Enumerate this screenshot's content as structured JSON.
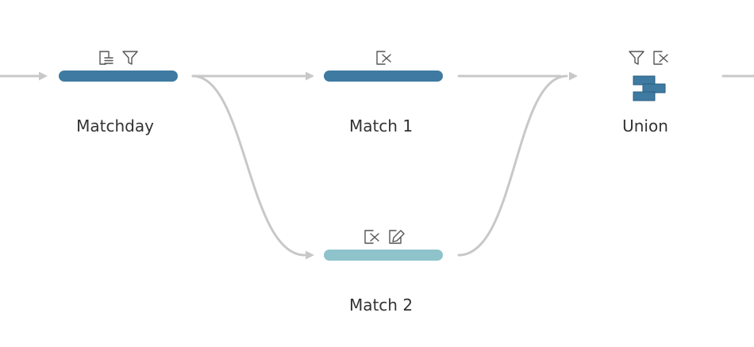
{
  "flow": {
    "colors": {
      "connector": "#c8c8c8",
      "step_primary": "#3e7aa1",
      "step_secondary": "#8ec3cb",
      "union_icon": "#3e7aa1",
      "icon_stroke": "#555555",
      "label_text": "#333333"
    },
    "nodes": {
      "matchday": {
        "label": "Matchday",
        "icons": [
          "row-list-icon",
          "filter-icon"
        ]
      },
      "match1": {
        "label": "Match 1",
        "icons": [
          "remove-field-icon"
        ]
      },
      "match2": {
        "label": "Match 2",
        "icons": [
          "remove-field-icon",
          "edit-field-icon"
        ]
      },
      "union": {
        "label": "Union",
        "icons": [
          "filter-icon",
          "remove-field-icon"
        ],
        "step_icon": "union-icon"
      }
    }
  }
}
